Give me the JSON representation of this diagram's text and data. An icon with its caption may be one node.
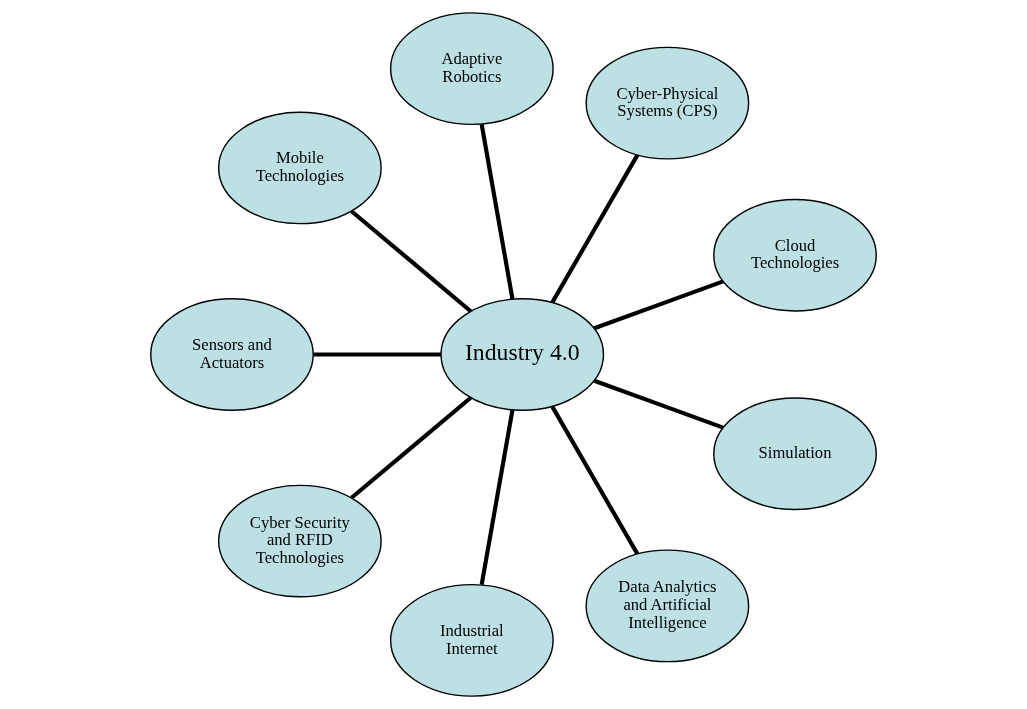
{
  "diagram": {
    "nodes": [
      {
        "text": [
          "Adaptive Robotics"
        ]
      },
      {
        "text": [
          "Mobile Technologies"
        ]
      },
      {
        "text": [
          "Cyber-Physical Systems (CPS)"
        ]
      },
      {
        "text": [
          "Sensors and Actuators"
        ]
      },
      {
        "text": [
          "Cloud Technologies"
        ]
      },
      {
        "text": [
          "Industry 4.0"
        ]
      },
      {
        "text": [
          "Simulation"
        ]
      },
      {
        "text": [
          "Cyber Security and RFID Technologies"
        ]
      },
      {
        "text": [
          "Industrial Internet"
        ]
      },
      {
        "text": [
          "Data Analytics and Artificial Intelligence"
        ]
      }
    ],
    "edges": [
      {
        "from": 5,
        "to": 0,
        "arrow": "none"
      },
      {
        "from": 5,
        "to": 2,
        "arrow": "none"
      },
      {
        "from": 5,
        "to": 4,
        "arrow": "none"
      },
      {
        "from": 5,
        "to": 6,
        "arrow": "none"
      },
      {
        "from": 5,
        "to": 9,
        "arrow": "none"
      },
      {
        "from": 5,
        "to": 8,
        "arrow": "none"
      },
      {
        "from": 5,
        "to": 7,
        "arrow": "none"
      },
      {
        "from": 5,
        "to": 3,
        "arrow": "none"
      },
      {
        "from": 5,
        "to": 1,
        "arrow": "none"
      }
    ]
  }
}
